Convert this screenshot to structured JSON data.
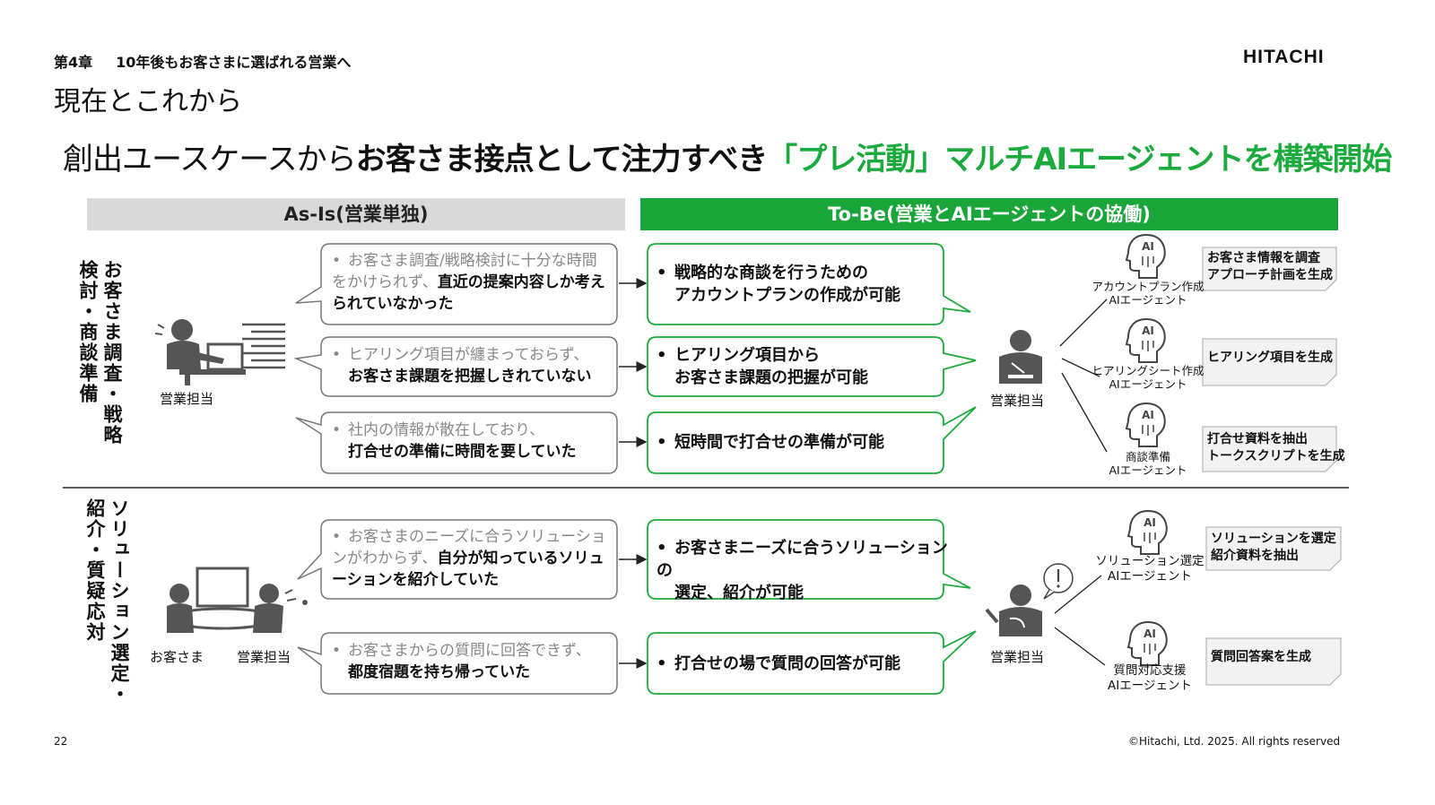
{
  "header": {
    "chapter": "第4章",
    "chapter_title": "10年後もお客さまに選ばれる営業へ",
    "logo": "HITACHI",
    "page_title": "現在とこれから"
  },
  "headline": {
    "part1": "創出ユースケースから",
    "part2": "お客さま接点として注力すべき",
    "part3": "「プレ活動」マルチAIエージェントを構築開始"
  },
  "columns": {
    "asis": "As-Is(営業単独)",
    "tobe": "To-Be(営業とAIエージェントの協働)"
  },
  "sections": [
    {
      "label_col1": "お客さま調査・戦略",
      "label_col2": "検討・商談準備",
      "asis_person": "営業担当",
      "tobe_person": "営業担当",
      "asis": [
        {
          "gray": "お客さま調査/戦略検討に十分な時間をかけられず、",
          "dark": "直近の提案内容しか考えられていなかった"
        },
        {
          "gray": "ヒアリング項目が纏まっておらず、",
          "dark": "お客さま課題を把握しきれていない"
        },
        {
          "gray": "社内の情報が散在しており、",
          "dark": "打合せの準備に時間を要していた"
        }
      ],
      "tobe": [
        {
          "line1": "戦略的な商談を行うための",
          "line2": "アカウントプランの作成が可能"
        },
        {
          "line1": "ヒアリング項目から",
          "line2": "お客さま課題の把握が可能"
        },
        {
          "line1": "短時間で打合せの準備が可能",
          "line2": ""
        }
      ],
      "agents": [
        {
          "icon": "AI",
          "line1": "アカウントプラン作成",
          "line2": "AIエージェント",
          "note1": "お客さま情報を調査",
          "note2": "アプローチ計画を生成"
        },
        {
          "icon": "AI",
          "line1": "ヒアリングシート作成",
          "line2": "AIエージェント",
          "note1": "ヒアリング項目を生成",
          "note2": ""
        },
        {
          "icon": "AI",
          "line1": "商談準備",
          "line2": "AIエージェント",
          "note1": "打合せ資料を抽出",
          "note2": "トークスクリプトを生成"
        }
      ]
    },
    {
      "label_col1": "ソリューション選定・",
      "label_col2": "紹介・質疑応対",
      "asis_person_customer": "お客さま",
      "asis_person": "営業担当",
      "tobe_person": "営業担当",
      "asis": [
        {
          "gray": "お客さまのニーズに合うソリューションがわからず、",
          "dark": "自分が知っているソリューションを紹介していた"
        },
        {
          "gray": "お客さまからの質問に回答できず、",
          "dark": "都度宿題を持ち帰っていた"
        }
      ],
      "tobe": [
        {
          "line1": "お客さまニーズに合うソリューションの",
          "line2": "選定、紹介が可能"
        },
        {
          "line1": "打合せの場で質問の回答が可能",
          "line2": ""
        }
      ],
      "agents": [
        {
          "icon": "AI",
          "line1": "ソリューション選定",
          "line2": "AIエージェント",
          "note1": "ソリューションを選定",
          "note2": "紹介資料を抽出"
        },
        {
          "icon": "AI",
          "line1": "質問対応支援",
          "line2": "AIエージェント",
          "note1": "質問回答案を生成",
          "note2": ""
        }
      ]
    }
  ],
  "footer": {
    "page_number": "22",
    "copyright": "©Hitachi, Ltd. 2025. All rights reserved"
  },
  "colors": {
    "green": "#1bab3c",
    "gray_bar": "#d9d9d9",
    "person": "#555555"
  }
}
